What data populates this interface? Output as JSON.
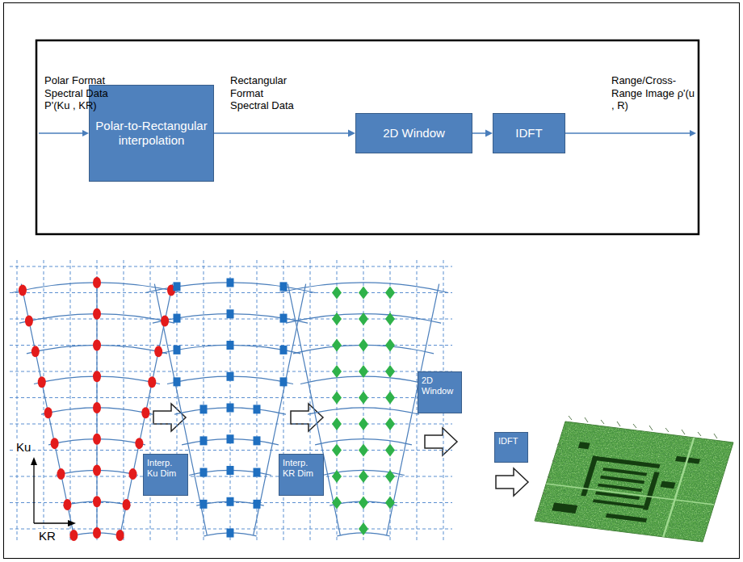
{
  "diagram": {
    "nodes": [
      {
        "text": [
          "Polar-to-Rectangular interpolation"
        ]
      },
      {
        "text": [
          "2D Window"
        ]
      },
      {
        "text": [
          "IDFT"
        ]
      },
      {
        "text": [
          "Interp. Ku Dim"
        ]
      },
      {
        "text": [
          "Interp. KR Dim"
        ]
      },
      {
        "text": [
          "2D Window"
        ]
      },
      {
        "text": [
          "IDFT"
        ]
      }
    ],
    "edges": [
      {
        "from": 0,
        "to": 1,
        "arrow": "to"
      },
      {
        "from": 1,
        "to": 2,
        "arrow": "to"
      }
    ],
    "labels": [
      "Polar Format Spectral Data P'(Ku , KR)",
      "Rectangular Format Spectral Data",
      "Range/Cross-Range Image ρ'(u , R)",
      "Ku",
      "KR"
    ]
  }
}
